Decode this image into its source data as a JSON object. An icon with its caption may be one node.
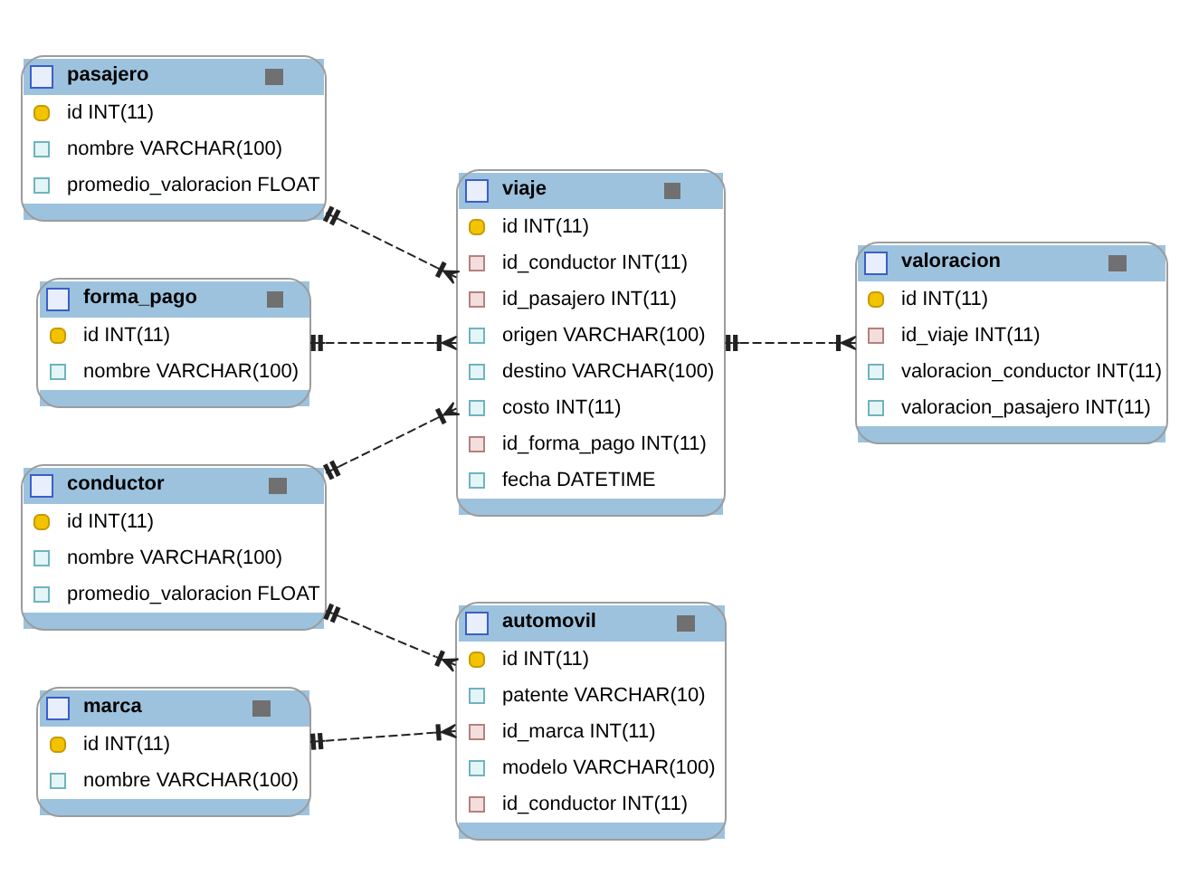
{
  "diagram": {
    "nodes": [
      {
        "text": [
          "pasajero",
          "id INT(11)",
          "nombre VARCHAR(100)",
          "promedio_valoracion FLOAT"
        ]
      },
      {
        "text": [
          "viaje",
          "id INT(11)",
          "id_conductor INT(11)",
          "id_pasajero INT(11)",
          "origen VARCHAR(100)",
          "destino VARCHAR(100)",
          "costo INT(11)",
          "id_forma_pago INT(11)",
          "fecha DATETIME"
        ]
      },
      {
        "text": [
          "valoracion",
          "id INT(11)",
          "id_viaje INT(11)",
          "valoracion_conductor INT(11)",
          "valoracion_pasajero INT(11)"
        ]
      },
      {
        "text": [
          "forma_pago",
          "id INT(11)",
          "nombre VARCHAR(100)"
        ]
      },
      {
        "text": [
          "conductor",
          "id INT(11)",
          "nombre VARCHAR(100)",
          "promedio_valoracion FLOAT"
        ]
      },
      {
        "text": [
          "automovil",
          "id INT(11)",
          "patente VARCHAR(10)",
          "id_marca INT(11)",
          "modelo VARCHAR(100)",
          "id_conductor INT(11)"
        ]
      },
      {
        "text": [
          "marca",
          "id INT(11)",
          "nombre VARCHAR(100)"
        ]
      }
    ],
    "edges": [
      {
        "from": 0,
        "to": 1,
        "arrow": "other",
        "style": "dashed"
      },
      {
        "from": 1,
        "to": 2,
        "arrow": "other",
        "style": "dashed"
      },
      {
        "from": 3,
        "to": 1,
        "arrow": "other",
        "style": "dashed"
      },
      {
        "from": 4,
        "to": 1,
        "arrow": "other",
        "style": "dashed"
      },
      {
        "from": 4,
        "to": 5,
        "arrow": "other",
        "style": "dashed"
      },
      {
        "from": 6,
        "to": 5,
        "arrow": "other",
        "style": "dashed"
      }
    ]
  }
}
